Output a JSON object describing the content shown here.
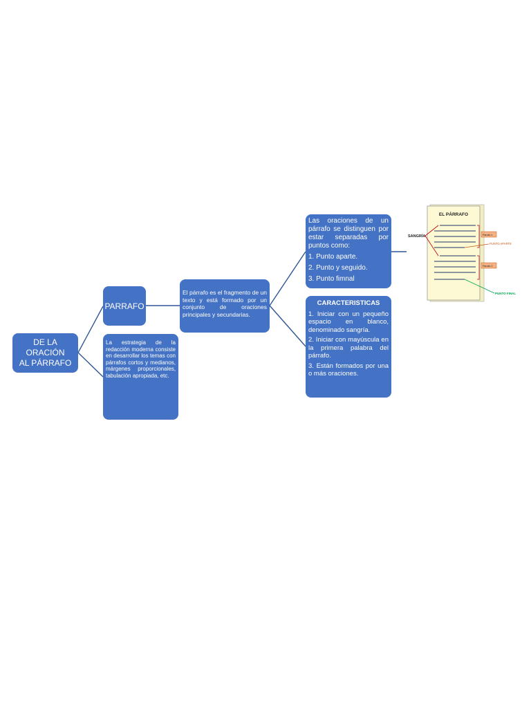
{
  "colors": {
    "node_fill": "#4472c4",
    "line": "#2e5597",
    "page_fill": "#fdf9d4"
  },
  "root": {
    "line1": "DE LA ORACIÓN",
    "line2": "AL PÁRRAFO"
  },
  "parrafo": {
    "label": "PARRAFO"
  },
  "estrategia": {
    "text": "La estrategia de la redacción moderna consiste en desarrollar los temas con párrafos cortos y medianos, márgenes proporcionales, tabulación apropiada, etc."
  },
  "definicion": {
    "text": "El párrafo es el fragmento de un texto y está formado por un conjunto de oraciones principales y secundarias."
  },
  "oraciones": {
    "intro": "Las oraciones de un párrafo se distinguen por estar separadas por puntos como:",
    "items": [
      "1. Punto aparte.",
      "2. Punto y seguido.",
      "3. Punto fimnal"
    ]
  },
  "caracteristicas": {
    "title": "CARACTERISTICAS",
    "items": [
      "1. Iniciar con un pequeño espacio en blanco, denominado sangría.",
      "2. Iniciar con mayúscula en la primera palabra del párrafo.",
      "3. Están formados por una o más oraciones."
    ]
  },
  "figure": {
    "title": "EL PÁRRAFO",
    "sangria": "SANGRÍA",
    "tag1": "Párrafo 1",
    "tag2": "Párrafo 2",
    "punto_aparte": "PUNTO APARTE",
    "punto_final": "PUNTO FINAL"
  }
}
